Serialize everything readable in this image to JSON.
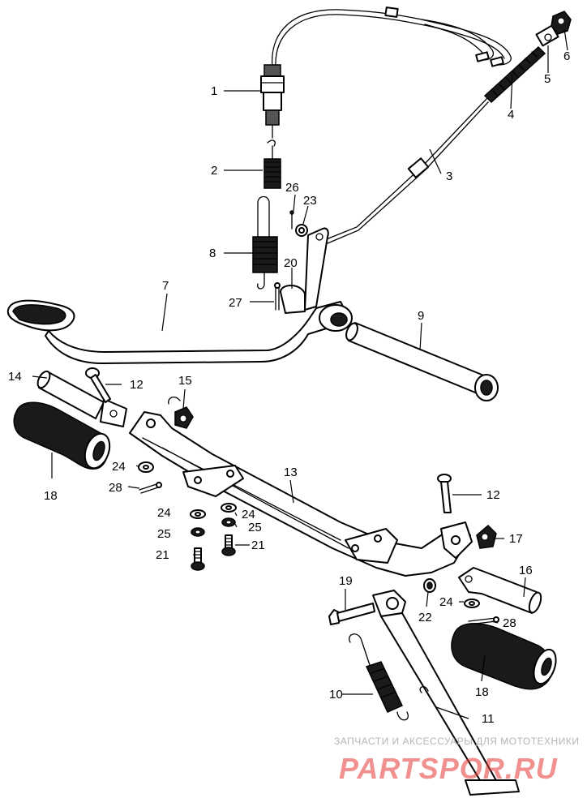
{
  "diagram": {
    "labels": [
      {
        "id": "l1",
        "text": "1"
      },
      {
        "id": "l2",
        "text": "2"
      },
      {
        "id": "l3",
        "text": "3"
      },
      {
        "id": "l4",
        "text": "4"
      },
      {
        "id": "l5",
        "text": "5"
      },
      {
        "id": "l6",
        "text": "6"
      },
      {
        "id": "l7",
        "text": "7"
      },
      {
        "id": "l8",
        "text": "8"
      },
      {
        "id": "l9",
        "text": "9"
      },
      {
        "id": "l10",
        "text": "10"
      },
      {
        "id": "l11",
        "text": "11"
      },
      {
        "id": "l12a",
        "text": "12"
      },
      {
        "id": "l12b",
        "text": "12"
      },
      {
        "id": "l13",
        "text": "13"
      },
      {
        "id": "l14",
        "text": "14"
      },
      {
        "id": "l15",
        "text": "15"
      },
      {
        "id": "l16",
        "text": "16"
      },
      {
        "id": "l17",
        "text": "17"
      },
      {
        "id": "l18a",
        "text": "18"
      },
      {
        "id": "l18b",
        "text": "18"
      },
      {
        "id": "l19",
        "text": "19"
      },
      {
        "id": "l20",
        "text": "20"
      },
      {
        "id": "l21a",
        "text": "21"
      },
      {
        "id": "l21b",
        "text": "21"
      },
      {
        "id": "l22",
        "text": "22"
      },
      {
        "id": "l23",
        "text": "23"
      },
      {
        "id": "l24a",
        "text": "24"
      },
      {
        "id": "l24b",
        "text": "24"
      },
      {
        "id": "l24c",
        "text": "24"
      },
      {
        "id": "l24d",
        "text": "24"
      },
      {
        "id": "l25a",
        "text": "25"
      },
      {
        "id": "l25b",
        "text": "25"
      },
      {
        "id": "l26",
        "text": "26"
      },
      {
        "id": "l27",
        "text": "27"
      },
      {
        "id": "l28a",
        "text": "28"
      },
      {
        "id": "l28b",
        "text": "28"
      }
    ]
  },
  "watermark": {
    "tagline": "ЗАПЧАСТИ И АКСЕССУАРЫ ДЛЯ МОТОТЕХНИКИ",
    "logo": "PARTSPOR.RU",
    "color": "#e53935"
  }
}
